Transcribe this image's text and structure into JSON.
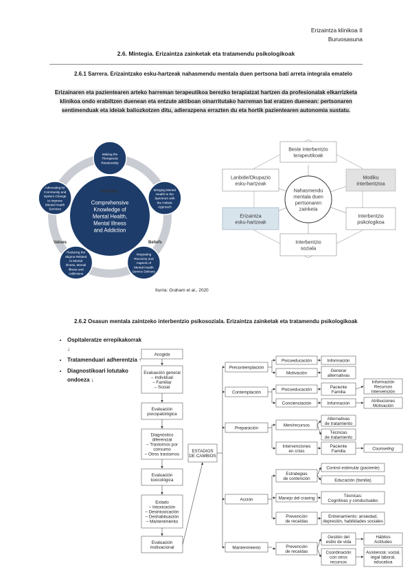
{
  "header": {
    "line1": "Erizaintza klinikoa II",
    "line2": "Buruosasuna"
  },
  "section": {
    "title": "2.6. Mintegia. Erizaintza zainketak eta tratamendu psikologikoak"
  },
  "intro": {
    "heading": "2.6.1 Sarrera.",
    "text": " Erizaintzako esku-hartzeak nahasmendu mentala duen pertsona bati arreta integrala ematelo",
    "highlight": "Erizainaren eta pazientearen arteko harreman terapeutikoa berezko terapiatzat hartzen da profesionalak elkarrizketa klinikoa ondo erabiltzen duenean eta entzute aktiboan oinarritutako harreman bat eratzen duenean: pertsonaren sentimenduak eta ideiak baliozkotzen ditu, adierazpena errazten du eta hortik pazientearen autonomia sustatu."
  },
  "cycle": {
    "center": [
      "Comprehensive",
      "Knowledge of",
      "Mental Health,",
      "Mental Illness",
      "and Addiction"
    ],
    "nodes": [
      [
        "Making the",
        "Therapeutic",
        "Relationship"
      ],
      [
        "Bringing Mental",
        "Health to the",
        "Spectrum with",
        "the Holistic",
        "Approach"
      ],
      [
        "Integrating",
        "Recovery and",
        "Aspects of",
        "Mental Health",
        "Service Delivery"
      ],
      [
        "Reducing the",
        "Stigma Related",
        "to Mental",
        "Illness, Mental",
        "Illness and",
        "Addictions"
      ],
      [
        "Advocating for",
        "Community and",
        "System Change",
        "to Improve",
        "Mental Health",
        "Services"
      ]
    ],
    "labels": {
      "attitudes": "Attitudes",
      "beliefs": "Beliefs",
      "values": "Values"
    },
    "source": "Iturria: Graham et al., 2020"
  },
  "radial": {
    "center": [
      "Nahasmendu",
      "mentala duen",
      "pertsonaren",
      "zainketa"
    ],
    "top": [
      "Beste interbentzio",
      "terapeutikoak"
    ],
    "left": [
      "Lanbide/Okupazio",
      "esku-hartzeak"
    ],
    "right": [
      "Modiku",
      "interbentzioa"
    ],
    "bottom_left": [
      "Erizaintza",
      "esku-hartzeak"
    ],
    "bottom_right": [
      "Interbentzio",
      "psikologikoa"
    ],
    "bottom": [
      "Interbentzio",
      "soziala"
    ]
  },
  "psychosocial": {
    "heading": "2.6.2 Osasun mentala zaintzeko interbentzio psikosoziala. Erizaintza zainketak eta tratamendu psikologikoak",
    "bullets": [
      "Ospitaleratze errepikakorrak ↓",
      "Tratamenduari adherentzia ↑",
      "Diagnostikoari lotutako ondoeza ↓"
    ]
  },
  "flow": {
    "left": [
      "Acogida",
      "Evaluación general",
      "– Individual",
      "– Familiar",
      "– Social",
      "Evaluación",
      "psicopatológica",
      "Diagnóstico",
      "diferencial",
      "– Trastornos por",
      "consumo",
      "– Otros trastornos",
      "Evaluación",
      "toxicológica",
      "Estado",
      "– Intoxicación",
      "– Desintoxicación",
      "– Deshabituación",
      "– Mantenimiento",
      "Evaluación",
      "motivacional"
    ],
    "hub": [
      "ESTADIOS",
      "DE CAMBIOS"
    ],
    "stages": [
      "Precontemplación",
      "Contemplación",
      "Preparación",
      "Acción",
      "Mantenimiento"
    ],
    "mid": [
      [
        "Psicoeducación"
      ],
      [
        "Motivación"
      ],
      [
        "Psicoeducación"
      ],
      [
        "Concienciación"
      ],
      [
        "Men/recursos"
      ],
      [
        "Intervenciones",
        "en crisis"
      ],
      [
        "Estrategias",
        "de contención"
      ],
      [
        "Manejo del craving"
      ],
      [
        "Prevención",
        "de recaídas"
      ],
      [
        "Prevención",
        "de recaídas"
      ]
    ],
    "right": [
      [
        "Información"
      ],
      [
        "Generar",
        "alternativas"
      ],
      [
        "Paciente",
        "Familia"
      ],
      [
        "Información"
      ],
      [
        "Alternativas",
        "de tratamiento"
      ],
      [
        "Técnicas",
        "de tratamiento"
      ],
      [
        "Paciente",
        "Familia"
      ],
      [
        "Control estimular (paciente)"
      ],
      [
        "Educación (familia)"
      ],
      [
        "Técnicas:",
        "Cognitivas y conductuales"
      ],
      [
        "Entrenamiento: ansiedad,",
        "depresión, habilidades sociales"
      ],
      [
        "Gestión del",
        "estilo de vida"
      ],
      [
        "Coordinación",
        "con otros",
        "recursos"
      ]
    ],
    "far": [
      [
        "Información",
        "Recursos",
        "Intervención"
      ],
      [
        "Atribuciones",
        "Motivación"
      ],
      [
        "Counseling"
      ],
      [
        "Hábitos",
        "Actitudes"
      ],
      [
        "Asistencia: social,",
        "legal laboral,",
        "educativa"
      ]
    ]
  },
  "colors": {
    "navy": "#1d3c6a",
    "ring": "#c9ccd2",
    "gray_box": "#e2e2e2",
    "blue_box": "#d8e4ec"
  }
}
